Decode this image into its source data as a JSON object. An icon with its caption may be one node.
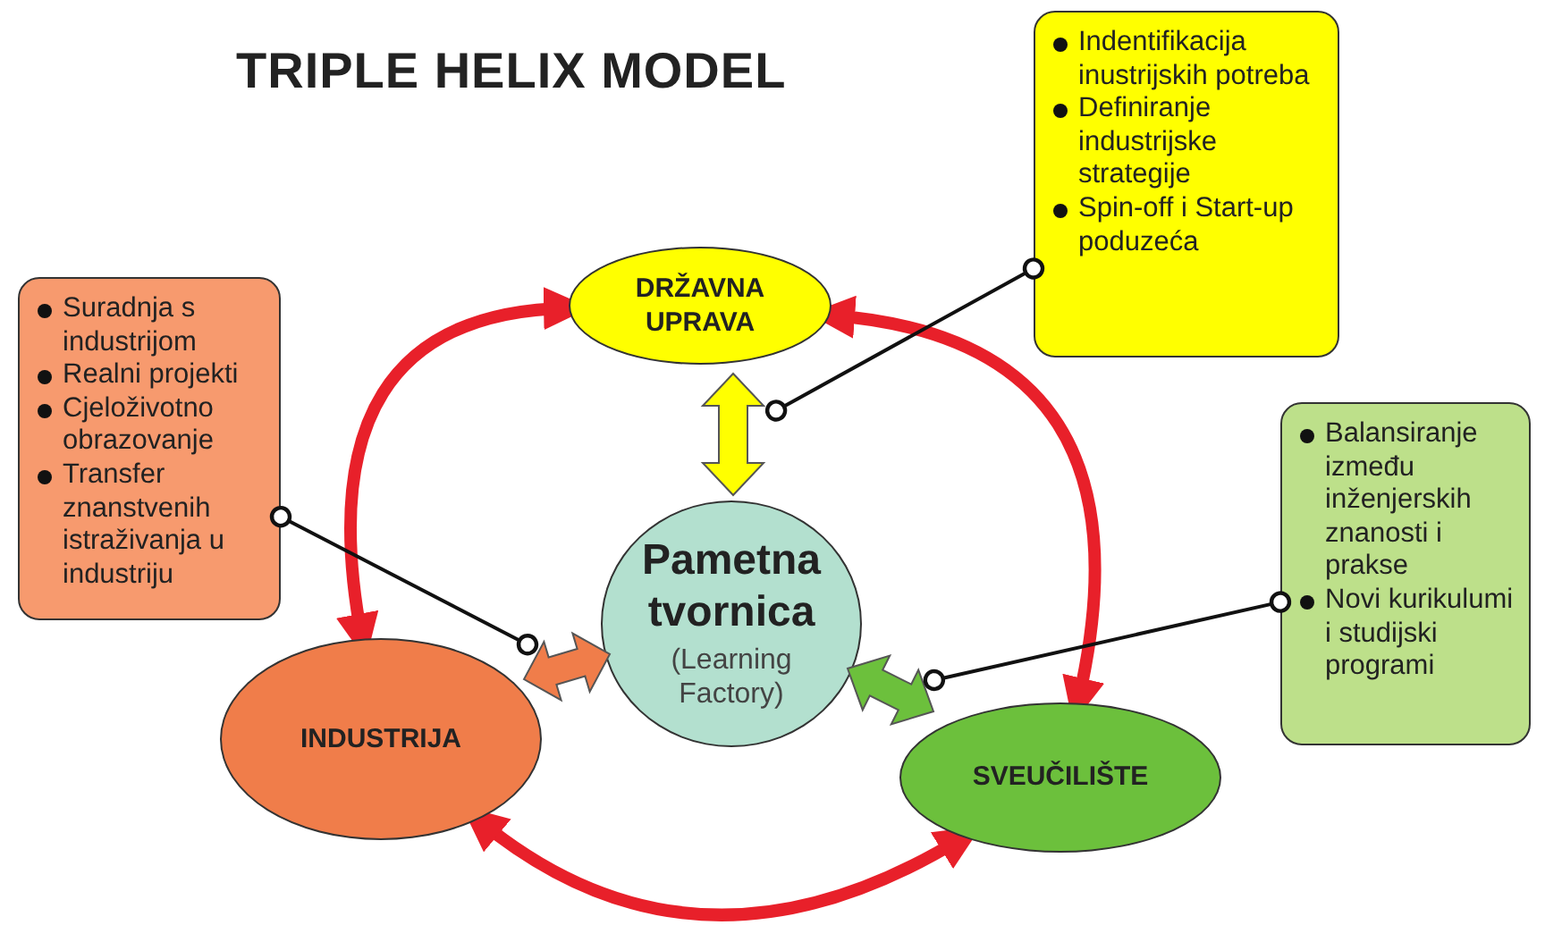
{
  "diagram": {
    "title": "TRIPLE HELIX MODEL",
    "nodes": [
      {
        "text": [
          "DRŽAVNA UPRAVA"
        ]
      },
      {
        "text": [
          "Indentifikacija inustrijskih potreba",
          "Definiranje industrijske strategije",
          "Spin-off i Start-up poduzeća"
        ]
      },
      {
        "text": [
          "Suradnja s industrijom",
          "Realni projekti",
          "Cjeloživotno obrazovanje",
          "Transfer znanstvenih istraživanja u industriju"
        ]
      },
      {
        "text": [
          "Balansiranje između inženjerskih znanosti i prakse",
          "Novi kurikulumi i studijski programi"
        ]
      },
      {
        "text": [
          "Pametna tvornica",
          "(Learning Factory)"
        ]
      },
      {
        "text": [
          "INDUSTRIJA"
        ]
      },
      {
        "text": [
          "SVEUČILIŠTE"
        ]
      },
      {
        "text": [],
        "shape": "arrow"
      },
      {
        "text": [],
        "shape": "arrow"
      },
      {
        "text": [],
        "shape": "arrow"
      }
    ],
    "edges": [
      {
        "from": 5,
        "to": 0,
        "arrow": "both",
        "style": "thick",
        "color": "#e8202a"
      },
      {
        "from": 0,
        "to": 6,
        "arrow": "both",
        "style": "thick",
        "color": "#e8202a"
      },
      {
        "from": 5,
        "to": 6,
        "arrow": "both",
        "style": "thick",
        "color": "#e8202a"
      },
      {
        "from": 1,
        "to": 7,
        "arrow": "other",
        "color": "#111111"
      },
      {
        "from": 2,
        "to": 8,
        "arrow": "other",
        "color": "#111111"
      },
      {
        "from": 3,
        "to": 9,
        "arrow": "other",
        "color": "#111111"
      }
    ]
  }
}
